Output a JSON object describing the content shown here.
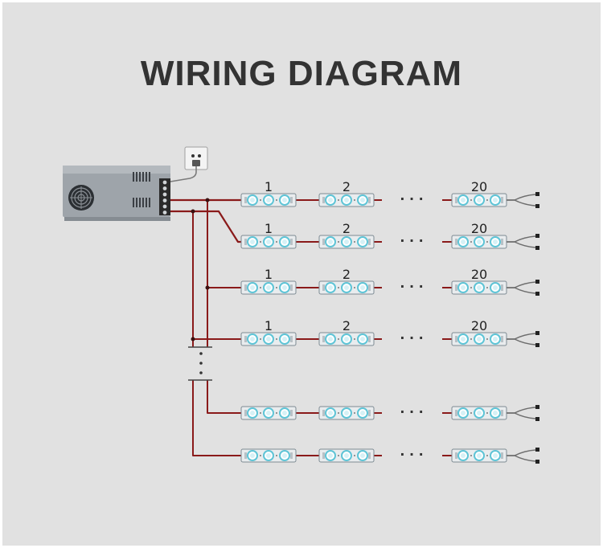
{
  "title": "WIRING DIAGRAM",
  "ellipsis": "· · ·",
  "colors": {
    "background": "#e1e1e1",
    "title": "#333333",
    "wire_red": "#8a1a1a",
    "wire_dark": "#3a1010",
    "module_body": "#e9ecee",
    "module_border": "#7d8a92",
    "led": "#5ec4d6",
    "psu_body": "#9ea4aa"
  },
  "icons": {
    "power_supply": "power-supply-icon",
    "wall_outlet": "wall-outlet-icon",
    "led_module": "led-module-icon",
    "wire_end": "wire-end-icon"
  },
  "rows": [
    {
      "labels": [
        "1",
        "2",
        "20"
      ]
    },
    {
      "labels": [
        "1",
        "2",
        "20"
      ]
    },
    {
      "labels": [
        "1",
        "2",
        "20"
      ]
    },
    {
      "labels": [
        "1",
        "2",
        "20"
      ]
    },
    {
      "labels": [
        "",
        "",
        ""
      ]
    },
    {
      "labels": [
        "",
        "",
        ""
      ]
    }
  ]
}
